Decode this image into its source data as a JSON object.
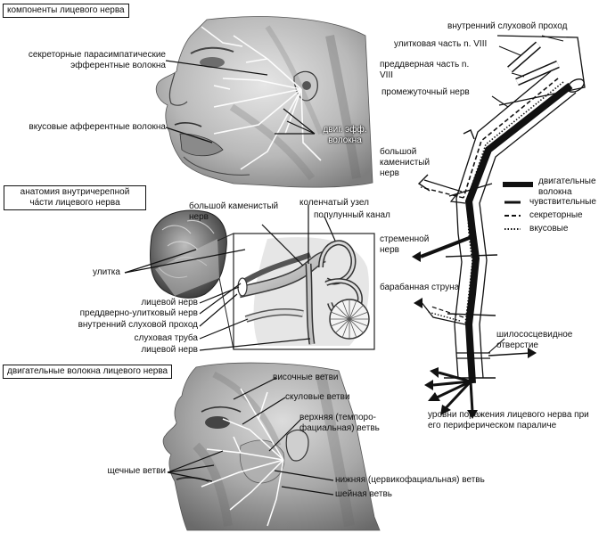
{
  "sections": {
    "components": "компоненты лицевого нерва",
    "anatomy": "анатомия внутричерепной ча́сти лицевого нерва",
    "motor": "двигательные волокна лицевого нерва"
  },
  "face_top": {
    "secretory": "секреторные парасимпатические эфферентные волокна",
    "taste": "вкусовые афферентные волокна",
    "motor_eff": "двиг. эфф. волокна"
  },
  "anatomy_labels": {
    "cochlea": "улитка",
    "greater_petrosal": "большой каменистый нерв",
    "geniculate": "коленчатый узел",
    "semicircular": "полулунный канал",
    "facial_nerve_1": "лицевой нерв",
    "vestibulocochlear": "преддверно-улитковый нерв",
    "internal_meatus": "внутренний слуховой проход",
    "eustachian": "слуховая труба",
    "facial_nerve_2": "лицевой нерв"
  },
  "motor_labels": {
    "temporal": "височные ветви",
    "zygomatic": "скуловые ветви",
    "upper": "верхняя (темпоро-фациальная) ветвь",
    "buccal": "щечные ветви",
    "lower": "нижняя (цервикофациальная) ветвь",
    "cervical": "шейная ветвь"
  },
  "schema": {
    "internal_meatus": "внутренний слуховой проход",
    "cochlear_part": "улитковая часть n. VIII",
    "vestibular_part": "преддверная часть n. VIII",
    "intermediate": "промежуточный нерв",
    "greater_petrosal": "большой каменистый нерв",
    "stapedial": "стременной нерв",
    "chorda": "барабанная струна",
    "stylomastoid": "шилососцевидное отверстие",
    "levels": "уровни поражения лицевого нерва при его периферическом параличе"
  },
  "legend": [
    {
      "label": "двигательные волокна",
      "style": "thick"
    },
    {
      "label": "чувствительные",
      "style": "medium"
    },
    {
      "label": "секреторные",
      "style": "dashed"
    },
    {
      "label": "вкусовые",
      "style": "dotted"
    }
  ],
  "colors": {
    "ink": "#111111",
    "shade": "#9a9a9a",
    "skin": "#cfcfcf"
  }
}
